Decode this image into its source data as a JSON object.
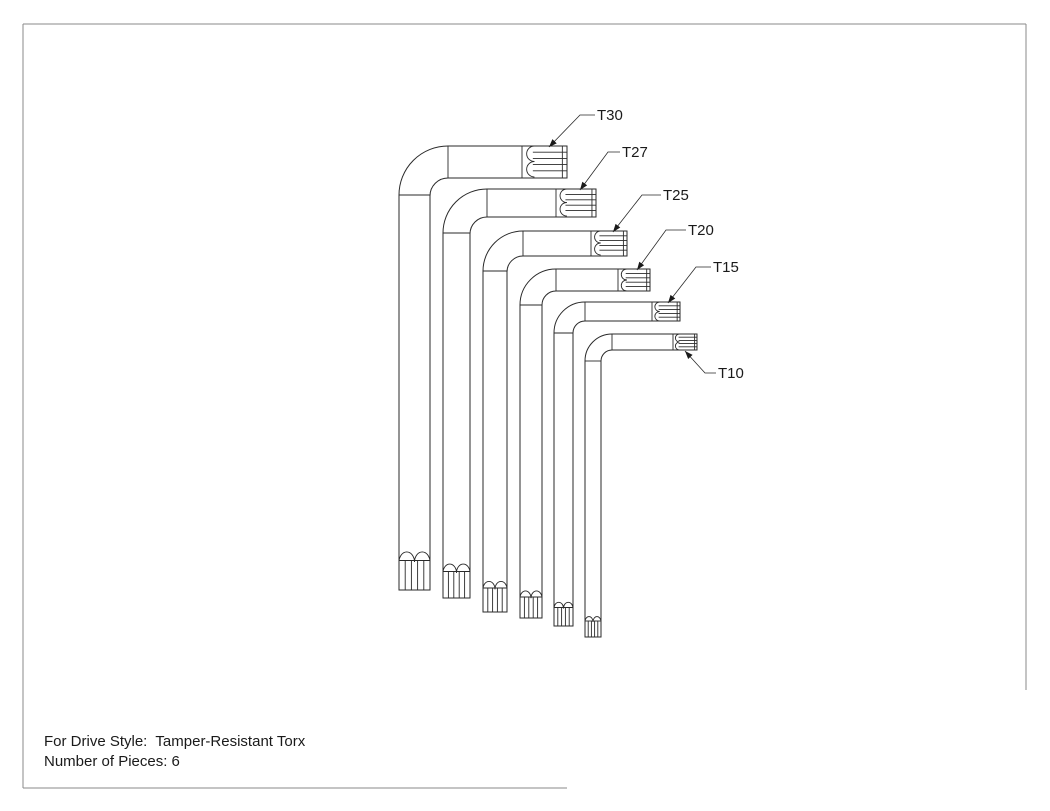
{
  "notes": {
    "drive_style_line": "For Drive Style:  Tamper-Resistant Torx",
    "pieces_line": "Number of Pieces: 6"
  },
  "wrenches": [
    {
      "size": "T30"
    },
    {
      "size": "T27"
    },
    {
      "size": "T25"
    },
    {
      "size": "T20"
    },
    {
      "size": "T15"
    },
    {
      "size": "T10"
    }
  ]
}
